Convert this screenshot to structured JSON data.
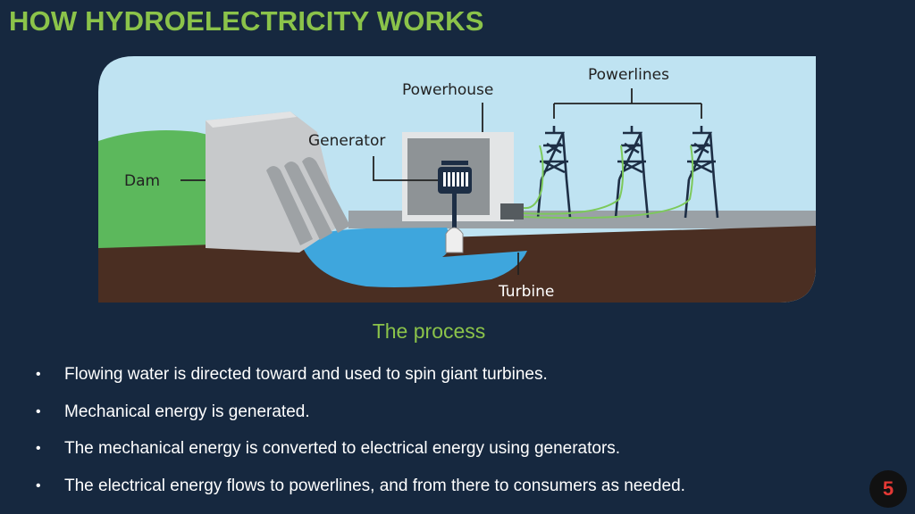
{
  "slide": {
    "title": "HOW HYDROELECTRICITY WORKS",
    "page_number": "5"
  },
  "diagram": {
    "labels": {
      "dam": "Dam",
      "generator": "Generator",
      "powerhouse": "Powerhouse",
      "powerlines": "Powerlines",
      "turbine": "Turbine"
    },
    "colors": {
      "sky": "#bfe3f2",
      "hill": "#5cb85c",
      "earth": "#4a2e22",
      "water": "#3ea6dd",
      "wire": "#7cc95a"
    }
  },
  "caption": "The process",
  "bullets": [
    "Flowing water is directed toward and used to spin giant turbines.",
    "Mechanical energy is generated.",
    "The mechanical energy is converted to electrical energy using generators.",
    "The electrical energy flows to powerlines, and from there to consumers as needed."
  ]
}
